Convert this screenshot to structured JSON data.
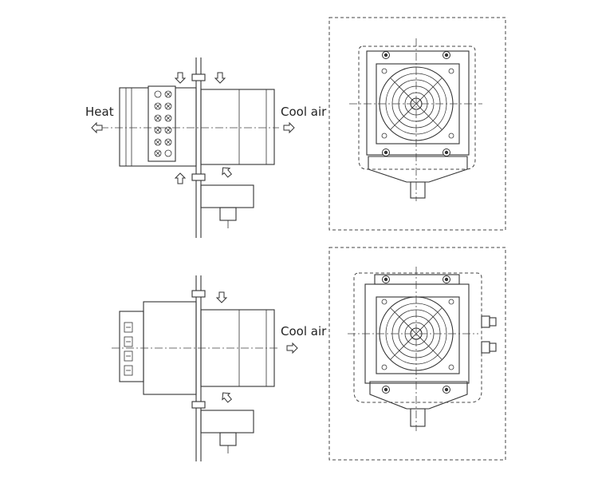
{
  "labels": {
    "heat": "Heat",
    "cool_air_top": "Cool air",
    "cool_air_bottom": "Cool air"
  },
  "colors": {
    "line": "#333333",
    "background": "#ffffff"
  }
}
